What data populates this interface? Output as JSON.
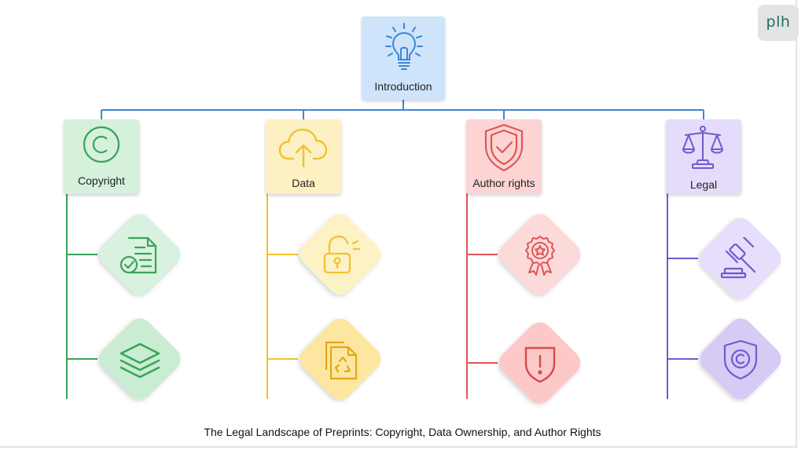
{
  "brand": {
    "logo_text": "plh"
  },
  "root": {
    "label": "Introduction",
    "icon": "lightbulb-icon",
    "color": "#cde4fb",
    "line_color": "#3f86d4"
  },
  "branches": [
    {
      "label": "Copyright",
      "icon": "copyright-icon",
      "box_color": "#d5f1dc",
      "line_color": "#3aa35a",
      "diamond_colors": [
        "#d8f2df",
        "#c9ecd2"
      ],
      "child_icons": [
        "document-check-icon",
        "layers-icon"
      ]
    },
    {
      "label": "Data",
      "icon": "cloud-upload-icon",
      "box_color": "#fdf1c4",
      "line_color": "#f2c12e",
      "diamond_colors": [
        "#fdf2c6",
        "#fde7a0"
      ],
      "child_icons": [
        "unlocked-padlock-icon",
        "recycle-files-icon"
      ]
    },
    {
      "label": "Author rights",
      "icon": "shield-check-icon",
      "box_color": "#fcd4d4",
      "line_color": "#e05555",
      "diamond_colors": [
        "#fddada",
        "#fcc8c8"
      ],
      "child_icons": [
        "award-ribbon-icon",
        "warning-shield-icon"
      ]
    },
    {
      "label": "Legal",
      "icon": "scales-icon",
      "box_color": "#e4dcfa",
      "line_color": "#6f5bd0",
      "diamond_colors": [
        "#e6defb",
        "#d7cbf6"
      ],
      "child_icons": [
        "gavel-icon",
        "copyright-shield-icon"
      ]
    }
  ],
  "caption": "The Legal Landscape of Preprints: Copyright, Data Ownership, and Author Rights"
}
